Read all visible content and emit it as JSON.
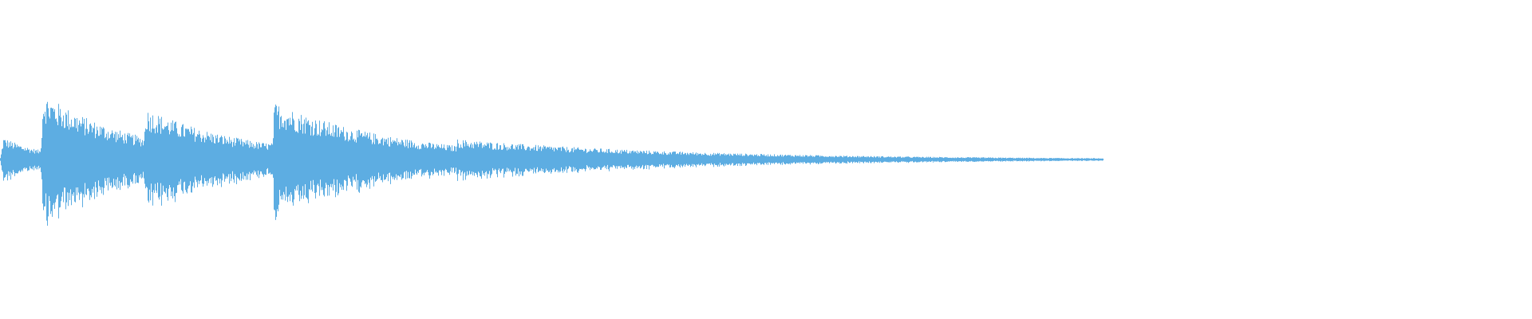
{
  "waveform": {
    "color": "#5dade2",
    "background": "#ffffff",
    "duration_fraction_with_signal": 0.72,
    "events": [
      {
        "onset": 0.0,
        "peak": 0.3,
        "decay": 0.1,
        "density": 0.35
      },
      {
        "onset": 0.026,
        "peak": 0.86,
        "decay": 0.22,
        "density": 0.75
      },
      {
        "onset": 0.093,
        "peak": 0.66,
        "decay": 0.25,
        "density": 0.75
      },
      {
        "onset": 0.115,
        "peak": 0.3,
        "decay": 0.6,
        "density": 0.55
      },
      {
        "onset": 0.177,
        "peak": 0.74,
        "decay": 0.3,
        "density": 0.85
      },
      {
        "onset": 0.296,
        "peak": 0.26,
        "decay": 0.55,
        "density": 0.65
      }
    ]
  }
}
